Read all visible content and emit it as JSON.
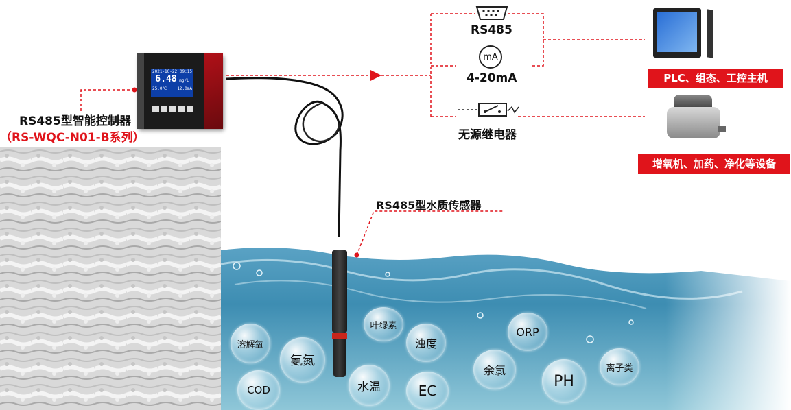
{
  "controller": {
    "name": "RS485型智能控制器",
    "series": "（RS-WQC-N01-B系列）",
    "screen": {
      "date": "2021-10-22",
      "time": "09:15",
      "value": "6.48",
      "unit": "mg/L",
      "temp": "25.0℃",
      "current": "12.0mA"
    }
  },
  "sensor": {
    "name": "RS485型水质传感器"
  },
  "outputs": [
    {
      "label": "RS485"
    },
    {
      "label": "4-20mA",
      "icon_text": "mA"
    },
    {
      "label": "无源继电器"
    }
  ],
  "targets": [
    {
      "label": "PLC、组态、工控主机"
    },
    {
      "label": "增氧机、加药、净化等设备"
    }
  ],
  "parameters": [
    "溶解氧",
    "氨氮",
    "COD",
    "水温",
    "叶绿素",
    "浊度",
    "EC",
    "余氯",
    "ORP",
    "PH",
    "离子类"
  ],
  "colors": {
    "accent": "#e0141b",
    "water": "#3e8fb3"
  }
}
